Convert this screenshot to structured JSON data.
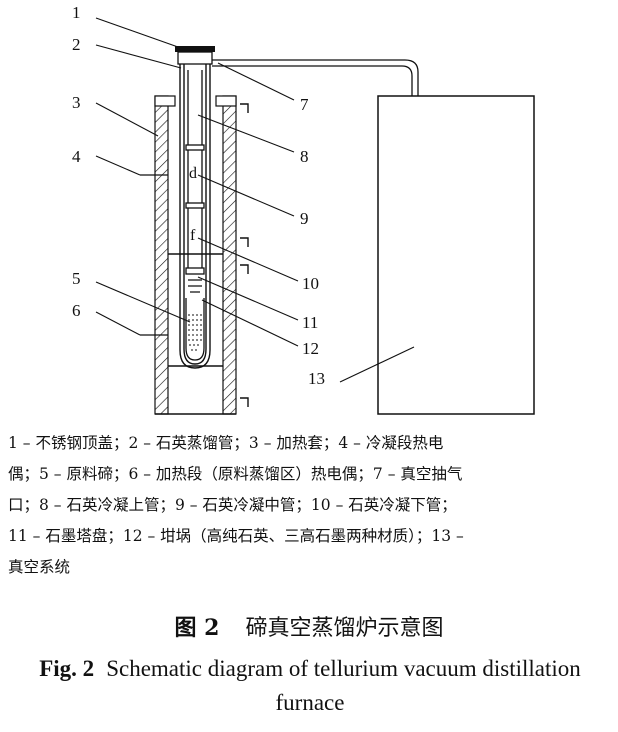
{
  "labels": {
    "l1": "1",
    "l2": "2",
    "l3": "3",
    "l4": "4",
    "l5": "5",
    "l6": "6",
    "l7": "7",
    "l8": "8",
    "l9": "9",
    "l10": "10",
    "l11": "11",
    "l12": "12",
    "l13": "13",
    "d": "d",
    "f": "f"
  },
  "legend": [
    "1 – 不锈钢顶盖；2 – 石英蒸馏管；3 – 加热套；4 – 冷凝段热电",
    "偶；5 – 原料碲；6 – 加热段（原料蒸馏区）热电偶；7 – 真空抽气",
    "口；8 – 石英冷凝上管；9 – 石英冷凝中管；10 – 石英冷凝下管；",
    "11 – 石墨塔盘；12 – 坩埚（高纯石英、三高石墨两种材质）；13 –",
    "真空系统"
  ],
  "caption": {
    "zh_fig": "图 2",
    "zh_title": "碲真空蒸馏炉示意图",
    "en_fig": "Fig. 2",
    "en_title": "Schematic diagram of tellurium vacuum distillation furnace"
  }
}
